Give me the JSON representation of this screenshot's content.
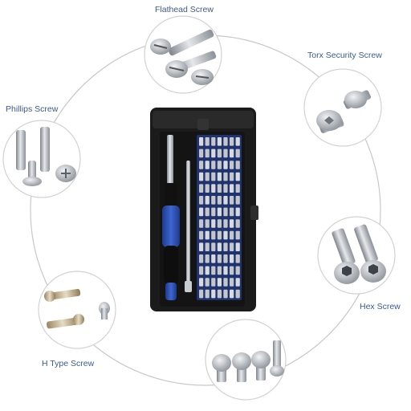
{
  "labels": {
    "flathead": "Flathead Screw",
    "torx": "Torx Security Screw",
    "phillips": "Phillips Screw",
    "hex": "Hex Screw",
    "htype": "H Type Screw"
  },
  "colors": {
    "label_text": "#3c5a8c",
    "ring": "#c8c8c8",
    "case": "#1b1b1b",
    "accent_blue": "#2d4fb0",
    "metal": "#b8bcc2"
  }
}
